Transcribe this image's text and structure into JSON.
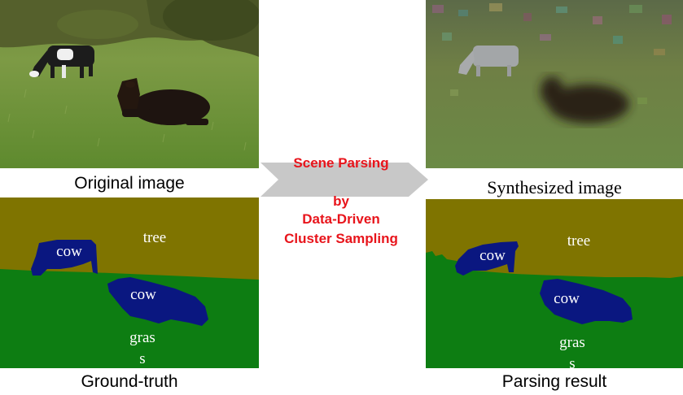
{
  "captions": {
    "original": "Original image",
    "synthesized": "Synthesized image",
    "ground_truth": "Ground-truth",
    "parsing_result": "Parsing result"
  },
  "center": {
    "line1": "Scene Parsing",
    "line2": "by",
    "line3": "Data-Driven",
    "line4": "Cluster Sampling"
  },
  "ground_truth_labels": {
    "tree": "tree",
    "cow1": "cow",
    "cow2": "cow",
    "grass_a": "gras",
    "grass_b": "s"
  },
  "parsing_labels": {
    "tree": "tree",
    "cow1": "cow",
    "cow2": "cow",
    "grass_a": "gras",
    "grass_b": "s"
  },
  "colors": {
    "tree": "#7f7400",
    "grass": "#0d7d12",
    "cow": "#0a1780",
    "accent": "#e8141b",
    "arrow": "#c8c8c8"
  }
}
